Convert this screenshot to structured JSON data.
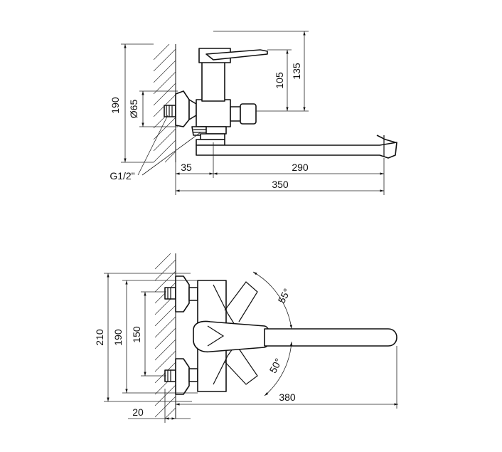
{
  "side_view": {
    "dim_height_total": "190",
    "dim_diameter": "Ø65",
    "dim_upper_105": "105",
    "dim_upper_135": "135",
    "dim_offset_35": "35",
    "dim_spout_290": "290",
    "dim_total_350": "350",
    "thread_label": "G1/2\""
  },
  "top_view": {
    "dim_210": "210",
    "dim_190": "190",
    "dim_150": "150",
    "dim_20": "20",
    "dim_380": "380",
    "angle_55": "55°",
    "angle_50": "50°"
  }
}
